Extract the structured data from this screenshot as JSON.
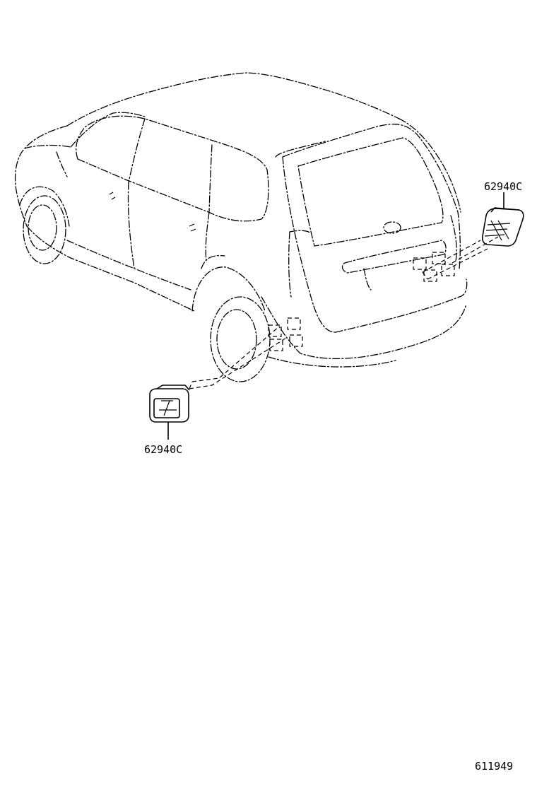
{
  "parts": [
    {
      "part_number": "62940C"
    },
    {
      "part_number": "62940C"
    }
  ],
  "diagram_id": "611949"
}
